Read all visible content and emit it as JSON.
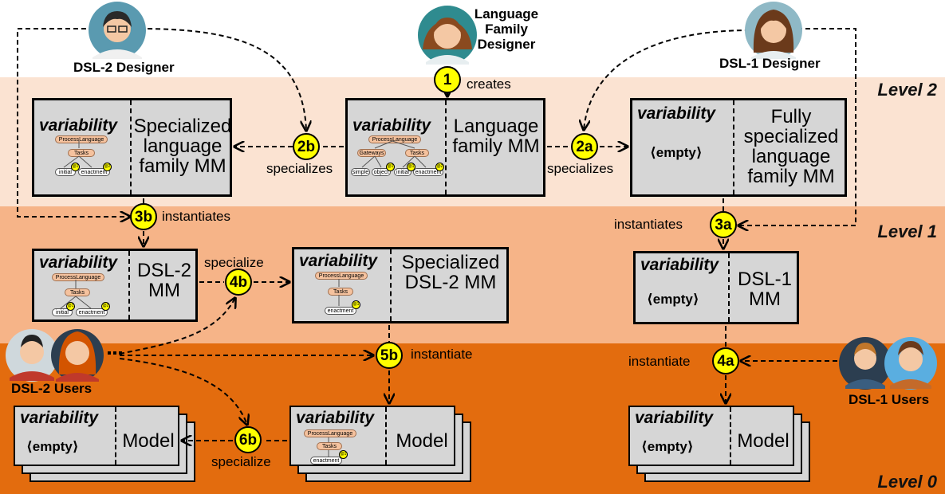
{
  "levels": {
    "level2": "Level 2",
    "level1": "Level 1",
    "level0": "Level 0"
  },
  "common": {
    "variability": "variability",
    "empty": "⟨empty⟩"
  },
  "boxes": {
    "specialized_family": "Specialized language family MM",
    "language_family": "Language family MM",
    "fully_specialized": "Fully specialized language family MM",
    "dsl2_mm": "DSL-2 MM",
    "specialized_dsl2": "Specialized DSL-2 MM",
    "dsl1_mm": "DSL-1 MM",
    "model": "Model"
  },
  "steps": {
    "s1": "1",
    "s2a": "2a",
    "s2b": "2b",
    "s3a": "3a",
    "s3b": "3b",
    "s4a": "4a",
    "s4b": "4b",
    "s5b": "5b",
    "s6b": "6b"
  },
  "edge_labels": {
    "creates": "creates",
    "specializes_left": "specializes",
    "specializes_right": "specializes",
    "instantiates_left": "instantiates",
    "instantiates_right": "instantiates",
    "specialize_top": "specialize",
    "instantiate_dsl2": "instantiate",
    "instantiate_dsl1": "instantiate",
    "specialize_bottom": "specialize"
  },
  "people": {
    "language_family_designer": "Language Family Designer",
    "dsl2_designer": "DSL-2 Designer",
    "dsl1_designer": "DSL-1 Designer",
    "dsl2_users": "DSL-2 Users",
    "dsl1_users": "DSL-1 Users"
  },
  "features": {
    "process_language": "ProcessLanguage",
    "tasks": "Tasks",
    "gateways": "Gateways",
    "simple": "simple",
    "object": "object",
    "initial": "initial",
    "enactment": "enactment",
    "pin1": "@1",
    "pin2": "@2"
  },
  "colors": {
    "level2_band": "#fbe3d2",
    "level1_band": "#f6b488",
    "level0_band": "#e36c0e",
    "box_fill": "#d6d6d6",
    "step_circle": "#ffff00"
  }
}
